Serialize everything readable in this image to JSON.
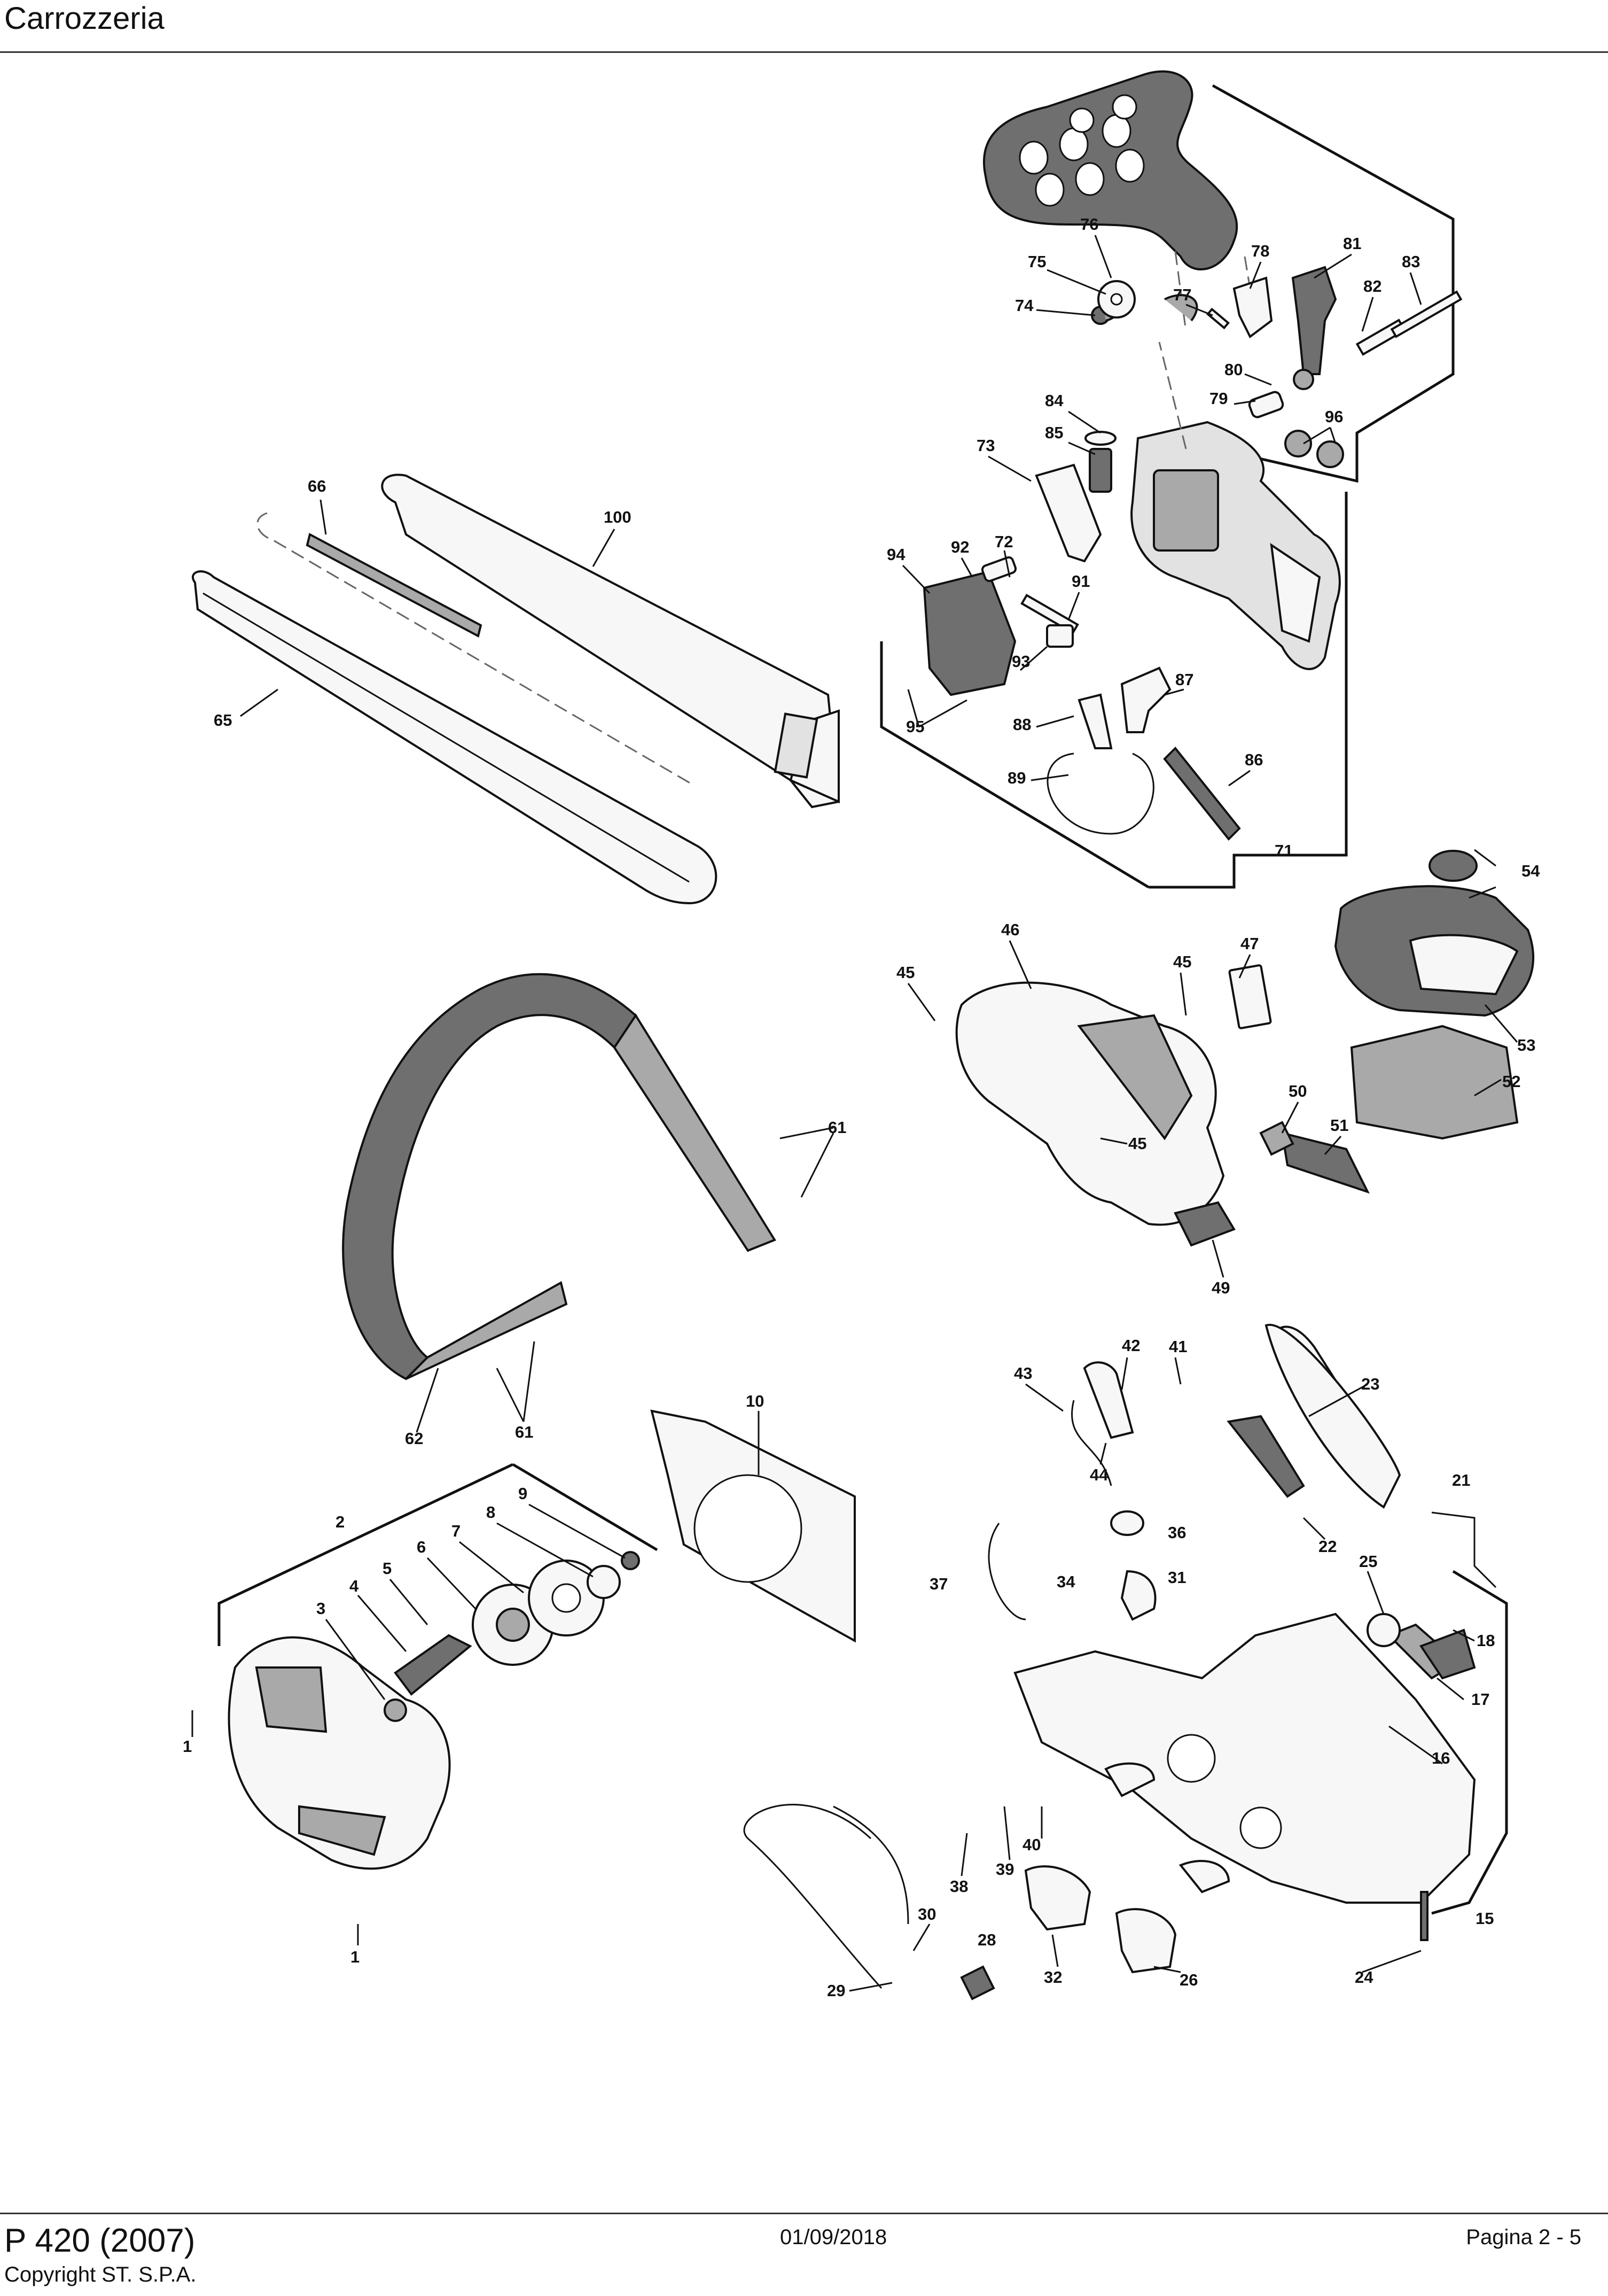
{
  "header": {
    "title": "Carrozzeria"
  },
  "footer": {
    "model": "P 420 (2007)",
    "date": "01/09/2018",
    "page": "Pagina 2 - 5",
    "copyright": "Copyright ST. S.P.A."
  },
  "part_labels": {
    "p1a": "1",
    "p1b": "1",
    "p2": "2",
    "p3": "3",
    "p4": "4",
    "p5": "5",
    "p6": "6",
    "p7": "7",
    "p8": "8",
    "p9": "9",
    "p10": "10",
    "p15": "15",
    "p16": "16",
    "p17": "17",
    "p18": "18",
    "p21": "21",
    "p22": "22",
    "p23": "23",
    "p24": "24",
    "p25": "25",
    "p26": "26",
    "p28": "28",
    "p29": "29",
    "p30": "30",
    "p31": "31",
    "p32": "32",
    "p34": "34",
    "p36": "36",
    "p37": "37",
    "p38": "38",
    "p39": "39",
    "p40": "40",
    "p41": "41",
    "p42": "42",
    "p43": "43",
    "p44": "44",
    "p45a": "45",
    "p45b": "45",
    "p45c": "45",
    "p46": "46",
    "p47": "47",
    "p49": "49",
    "p50": "50",
    "p51": "51",
    "p52": "52",
    "p53": "53",
    "p54": "54",
    "p61a": "61",
    "p61b": "61",
    "p62": "62",
    "p65": "65",
    "p66": "66",
    "p71": "71",
    "p72": "72",
    "p73": "73",
    "p74": "74",
    "p75": "75",
    "p76": "76",
    "p77": "77",
    "p78": "78",
    "p79": "79",
    "p80": "80",
    "p81": "81",
    "p82": "82",
    "p83": "83",
    "p84": "84",
    "p85": "85",
    "p86": "86",
    "p87": "87",
    "p88": "88",
    "p89": "89",
    "p91": "91",
    "p92": "92",
    "p93": "93",
    "p94": "94",
    "p95": "95",
    "p96": "96",
    "p100": "100"
  }
}
